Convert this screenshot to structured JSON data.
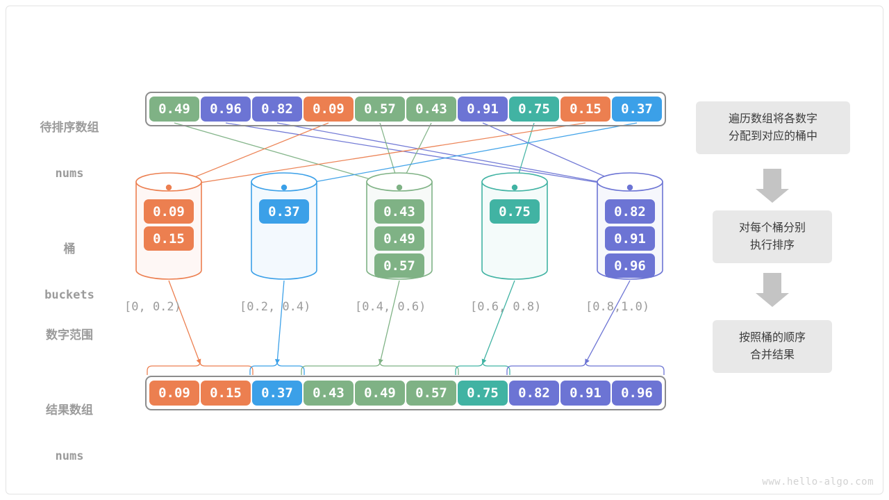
{
  "diagram": {
    "title": "bucket-sort",
    "watermark": "www.hello-algo.com"
  },
  "palette": {
    "orange": "#ec7f50",
    "blue": "#3ba0e8",
    "green": "#7fb285",
    "teal": "#41b3a3",
    "purple": "#6c74d4",
    "gray_border": "#8c8c8c",
    "label_gray": "#9b9b9b",
    "step_bg": "#e8e8e8",
    "step_text": "#3c3c3c",
    "arrow_gray": "#c4c4c4"
  },
  "row_labels": {
    "input": {
      "cn": "待排序数组",
      "en": "nums"
    },
    "buckets": {
      "cn": "桶",
      "en": "buckets"
    },
    "ranges": {
      "cn": "数字范围",
      "en": ""
    },
    "result": {
      "cn": "结果数组",
      "en": "nums"
    }
  },
  "input_array": {
    "values": [
      "0.49",
      "0.96",
      "0.82",
      "0.09",
      "0.57",
      "0.43",
      "0.91",
      "0.75",
      "0.15",
      "0.37"
    ],
    "colors": [
      "green",
      "purple",
      "purple",
      "orange",
      "green",
      "green",
      "purple",
      "teal",
      "orange",
      "blue"
    ],
    "bucket_index": [
      2,
      4,
      4,
      0,
      2,
      2,
      4,
      3,
      0,
      1
    ]
  },
  "buckets": [
    {
      "range": "[0, 0.2)",
      "color": "orange",
      "items": [
        "0.09",
        "0.15"
      ]
    },
    {
      "range": "[0.2, 0.4)",
      "color": "blue",
      "items": [
        "0.37"
      ]
    },
    {
      "range": "[0.4, 0.6)",
      "color": "green",
      "items": [
        "0.43",
        "0.49",
        "0.57"
      ]
    },
    {
      "range": "[0.6, 0.8)",
      "color": "teal",
      "items": [
        "0.75"
      ]
    },
    {
      "range": "[0.8,1.0)",
      "color": "purple",
      "items": [
        "0.82",
        "0.91",
        "0.96"
      ]
    }
  ],
  "result_array": {
    "values": [
      "0.09",
      "0.15",
      "0.37",
      "0.43",
      "0.49",
      "0.57",
      "0.75",
      "0.82",
      "0.91",
      "0.96"
    ],
    "colors": [
      "orange",
      "orange",
      "blue",
      "green",
      "green",
      "green",
      "teal",
      "purple",
      "purple",
      "purple"
    ],
    "groups": [
      {
        "color": "orange",
        "start": 0,
        "count": 2
      },
      {
        "color": "blue",
        "start": 2,
        "count": 1
      },
      {
        "color": "green",
        "start": 3,
        "count": 3
      },
      {
        "color": "teal",
        "start": 6,
        "count": 1
      },
      {
        "color": "purple",
        "start": 7,
        "count": 3
      }
    ]
  },
  "steps": [
    {
      "lines": [
        "遍历数组将各数字",
        "分配到对应的桶中"
      ]
    },
    {
      "lines": [
        "对每个桶分别",
        "执行排序"
      ]
    },
    {
      "lines": [
        "按照桶的顺序",
        "合并结果"
      ]
    }
  ]
}
